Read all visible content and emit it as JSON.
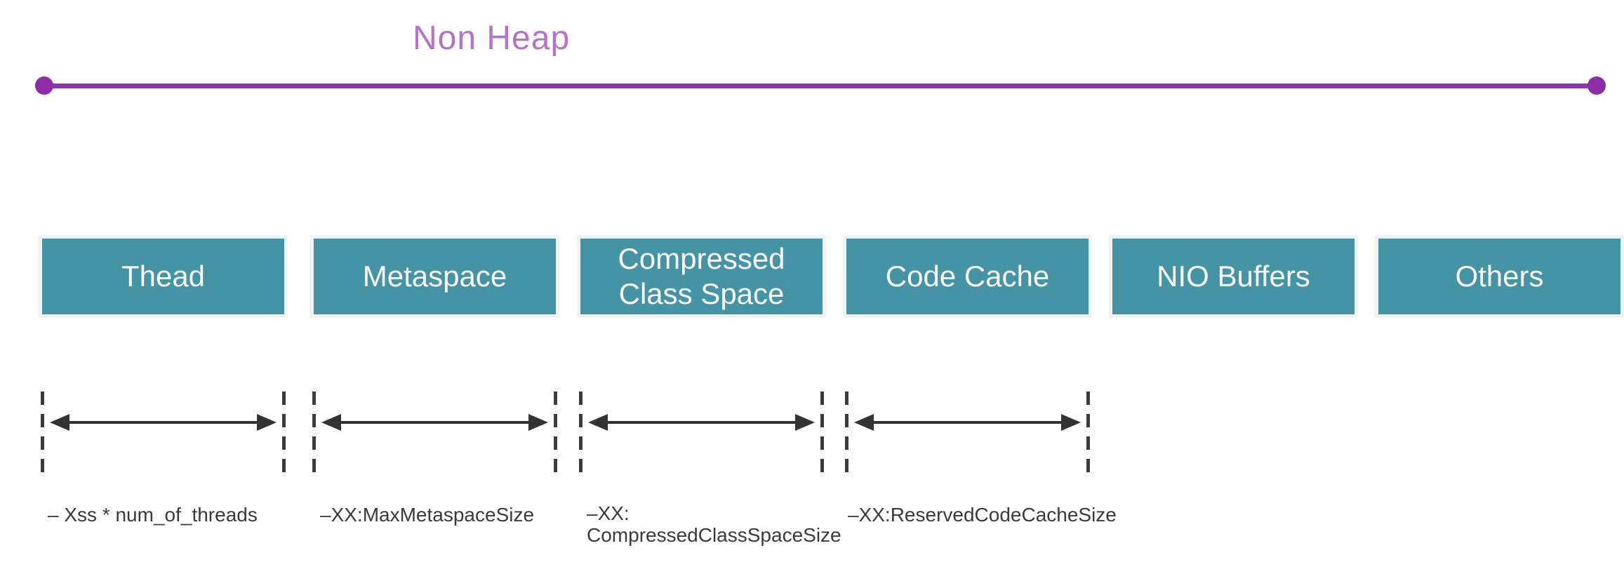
{
  "diagram": {
    "title": "Non Heap"
  },
  "boxes": [
    {
      "label": "Thead"
    },
    {
      "label": "Metaspace"
    },
    {
      "label": "Compressed Class Space"
    },
    {
      "label": "Code Cache"
    },
    {
      "label": "NIO Buffers"
    },
    {
      "label": "Others"
    }
  ],
  "measurements": [
    {
      "label": "– Xss * num_of_threads"
    },
    {
      "label": "–XX:MaxMetaspaceSize"
    },
    {
      "label": "–XX:",
      "label2": "CompressedClassSpaceSize"
    },
    {
      "label": "–XX:ReservedCodeCacheSize"
    }
  ],
  "colors": {
    "title_text": "#b472cb",
    "span_line": "#9233ab",
    "endpoint_dot": "#8c2ca6",
    "box_fill": "#4594a6",
    "box_border": "#eff3f3",
    "box_text": "#fafafa",
    "arrow": "#333333",
    "dash": "#3b3b3b",
    "label_text": "#3a3a3a",
    "background": "#ffffff"
  }
}
